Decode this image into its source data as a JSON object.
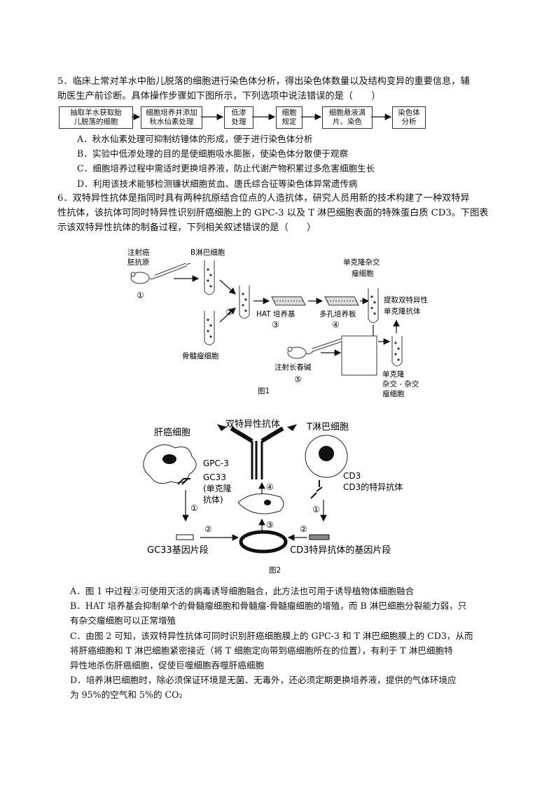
{
  "q5": {
    "line1": "5．临床上常对羊水中胎儿脱落的细胞进行染色体分析，得出染色体数量以及结构变异的重要信息，辅",
    "line2": "助医生产前诊断。具体操作步骤如下图所示，下列选项中说法错误的是（　　）",
    "flow": [
      {
        "l1": "抽取羊水获取胎",
        "l2": "儿脱落的细胞"
      },
      {
        "l1": "细胞培养并添加",
        "l2": "秋水仙素处理"
      },
      {
        "l1": "低渗",
        "l2": "处理"
      },
      {
        "l1": "细胞",
        "l2": "规定"
      },
      {
        "l1": "细胞悬液滴",
        "l2": "片、染色"
      },
      {
        "l1": "染色体",
        "l2": "分析"
      }
    ],
    "optA": "A．秋水仙素处理可抑制纺锤体的形成，便于进行染色体分析",
    "optB": "B．实验中低渗处理的目的是使细胞吸水膨胀，使染色体分散便于观察",
    "optC": "C．细胞培养过程中需适时更换培养液，防止代谢产物积累过多危害细胞生长",
    "optD": "D．利用该技术能够检测镰状细胞贫血、唐氏综合征等染色体异常遗传病"
  },
  "q6": {
    "line1": "6．双特异性抗体是指同时具有两种抗原结合位点的人造抗体，研究人员用新的技术构建了一种双特异",
    "line2": "性抗体，该抗体可同时特异性识别肝癌细胞上的 GPC-3 以及 T 淋巴细胞表面的特殊蛋白质 CD3。下图表",
    "line3": "示该双特异性抗体的制备过程，下列相关叙述错误的是（　　）",
    "fig1": {
      "inject_l1": "注射癌",
      "inject_l2": "胚抗原",
      "b_cell": "B淋巴细胞",
      "myeloma": "骨髓瘤细胞",
      "hat": "HAT 培养基",
      "plate": "多孔培养板",
      "hybrid_l1": "单克隆杂交",
      "hybrid_l2": "瘤细胞",
      "extract_l1": "提取双特异性",
      "extract_l2": "单克隆抗体",
      "inject2": "注射长春碱",
      "hh_l1": "单克隆",
      "hh_l2": "杂交 - 杂交",
      "hh_l3": "瘤细胞",
      "n1": "①",
      "n2": "②",
      "n3": "③",
      "n4": "④",
      "n5": "⑤",
      "caption": "图1"
    },
    "fig2": {
      "bispecific": "双特异性抗体",
      "liver": "肝癌细胞",
      "tcell": "T淋巴细胞",
      "gpc3": "GPC-3",
      "gc33": "GC33",
      "gc33_note1": "(单克隆",
      "gc33_note2": "抗体)",
      "cd3": "CD3",
      "cd3_ab": "CD3的特异抗体",
      "gc33_gene": "GC33基因片段",
      "cd3_gene": "CD3特异抗体的基因片段",
      "c1": "①",
      "c2": "②",
      "c3": "③",
      "c4": "④",
      "caption": "图2"
    },
    "optA": "A．图 1 中过程②可使用灭活的病毒诱导细胞融合，此方法也可用于诱导植物体细胞融合",
    "optB1": "B．HAT 培养基会抑制单个的骨髓瘤细胞和骨髓瘤-骨髓瘤细胞的增殖，而 B 淋巴细胞分裂能力弱，只",
    "optB2": "有杂交瘤细胞可以正常增殖",
    "optC1": "C．由图 2 可知，该双特异性抗体可同时识别肝癌细胞膜上的 GPC-3 和 T 淋巴细胞膜上的 CD3，从而",
    "optC2": "将肝癌细胞和 T 淋巴细胞紧密接近（将 T 细胞定向带到癌细胞所在的位置），有利于 T 淋巴细胞特",
    "optC3": "异性地杀伤肝癌细胞，促使巨噬细胞吞噬肝癌细胞",
    "optD1": "D．培养淋巴细胞时，除必须保证环境是无菌、无毒外，还必须定期更换培养液，提供的气体环境应",
    "optD2": "为 95%的空气和 5%的 CO₂"
  }
}
